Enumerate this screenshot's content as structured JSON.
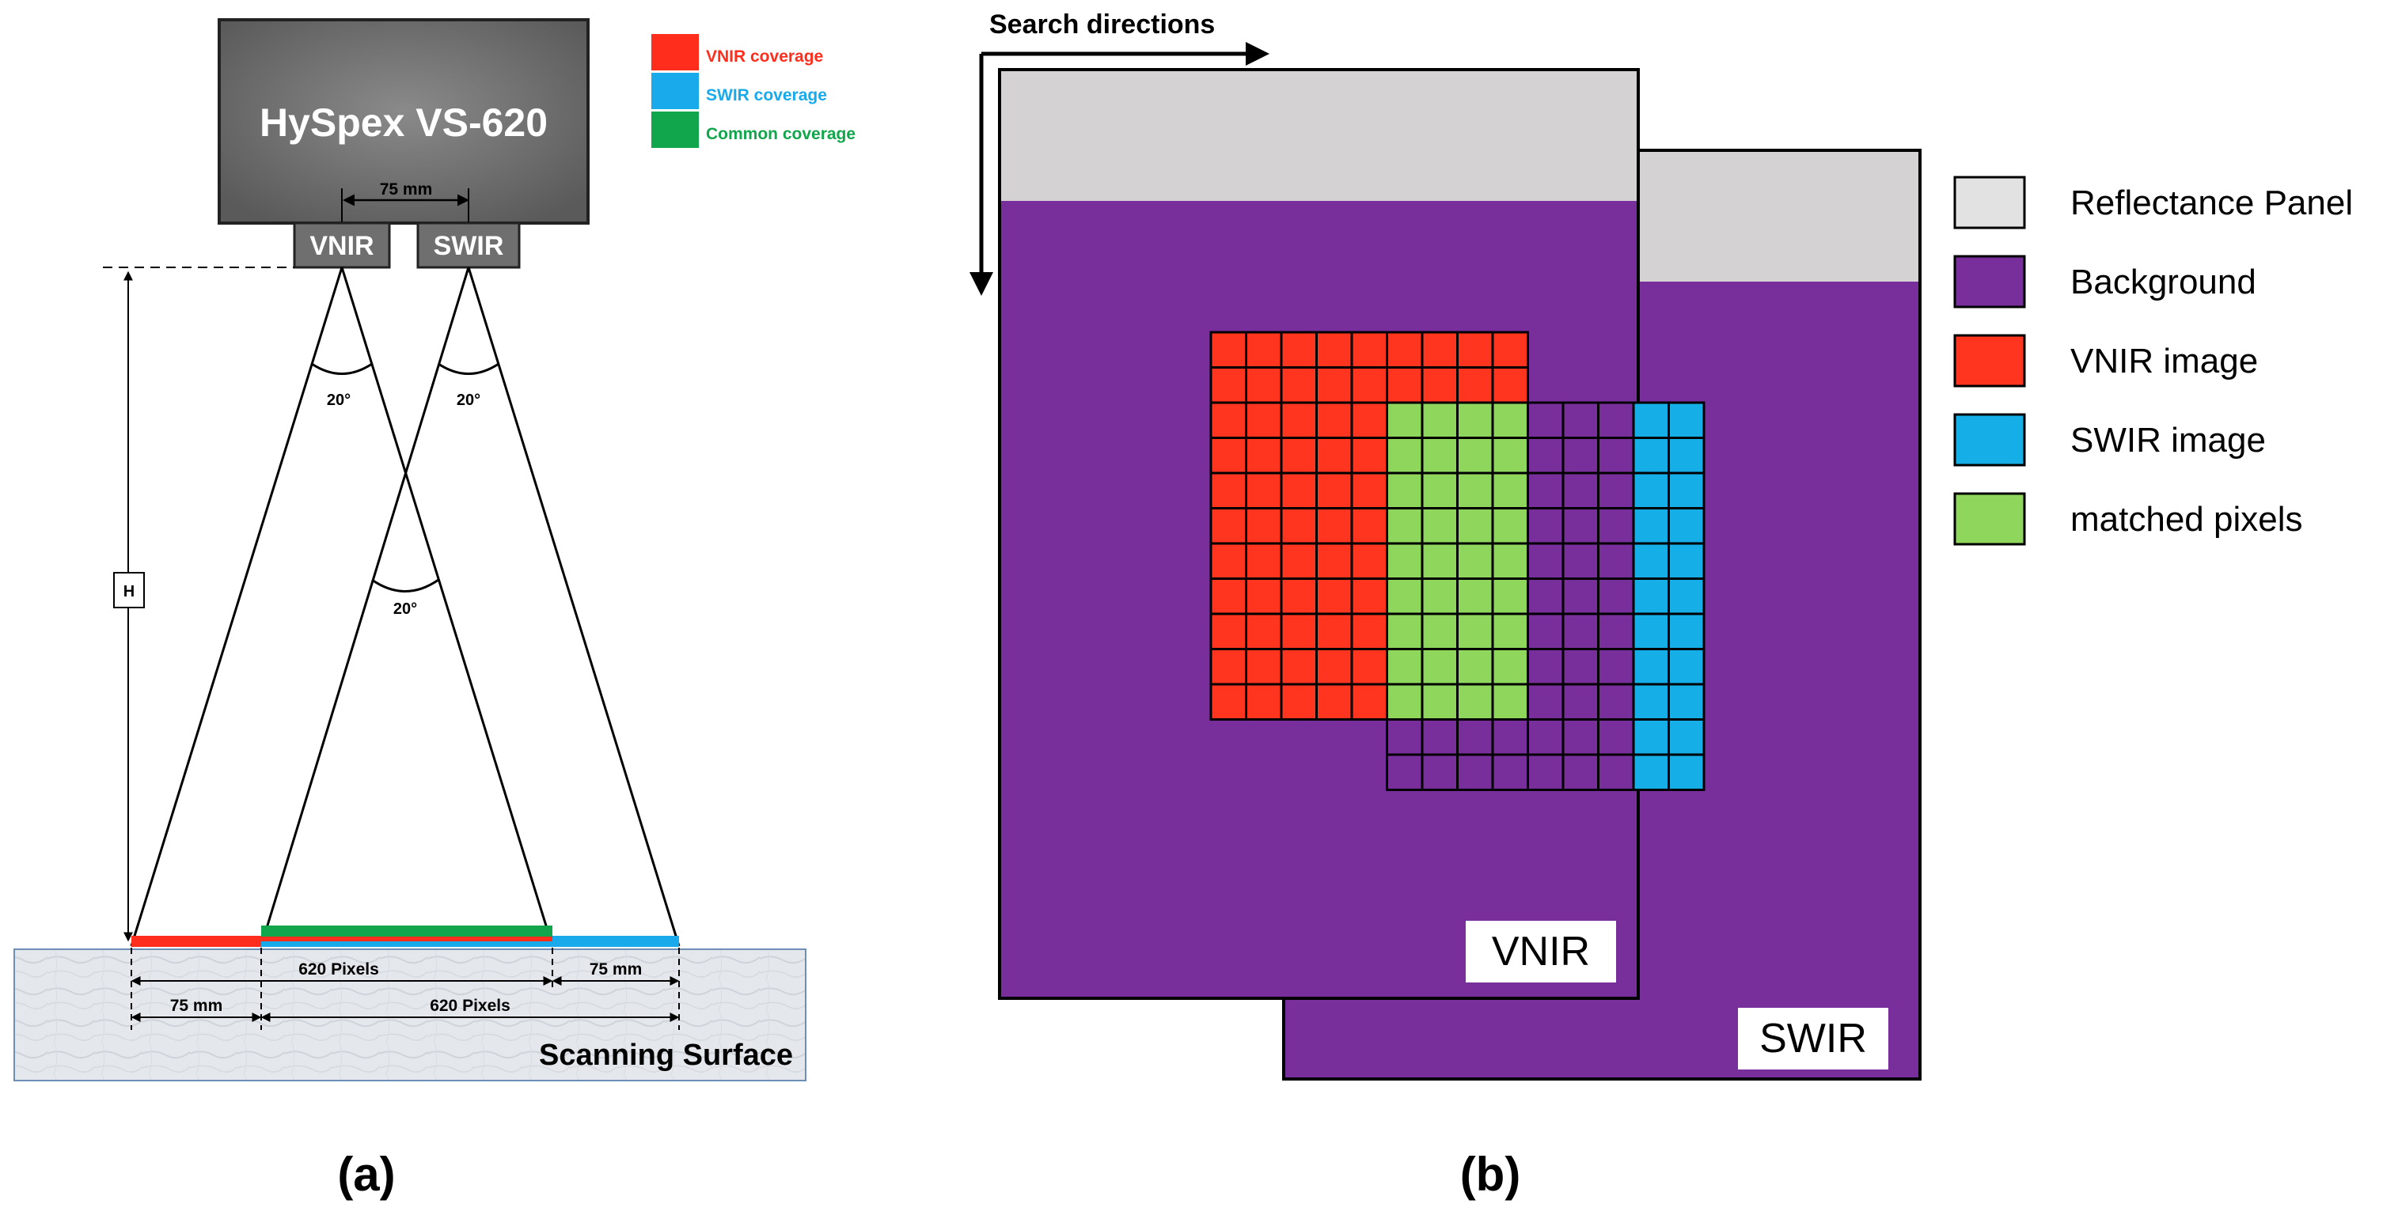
{
  "panel_a": {
    "camera_label": "HySpex VS-620",
    "vnir_label": "VNIR",
    "swir_label": "SWIR",
    "lens_gap_label": "75 mm",
    "height_label": "H",
    "angle_vnir": "20°",
    "angle_swir": "20°",
    "angle_cross": "20°",
    "pixels_top": "620 Pixels",
    "mm_right": "75 mm",
    "mm_left": "75 mm",
    "pixels_bottom": "620 Pixels",
    "surface_label": "Scanning Surface",
    "caption": "(a)",
    "legend": [
      {
        "label": "VNIR coverage",
        "color": "#ff2d1c"
      },
      {
        "label": "SWIR coverage",
        "color": "#18aaeb"
      },
      {
        "label": "Common coverage",
        "color": "#12a64c"
      }
    ]
  },
  "panel_b": {
    "search_label": "Search directions",
    "vnir_frame_label": "VNIR",
    "swir_frame_label": "SWIR",
    "caption": "(b)",
    "grid": {
      "vnir_cols": 9,
      "vnir_rows": 11,
      "overlap_cols": 4,
      "overlap_rows": 9,
      "swir_cols": 9,
      "swir_rows": 11
    },
    "legend": [
      {
        "label": "Reflectance Panel",
        "color": "#e2e2e2"
      },
      {
        "label": "Background",
        "color": "#782f9c"
      },
      {
        "label": "VNIR image",
        "color": "#ff3520"
      },
      {
        "label": "SWIR image",
        "color": "#16aee6"
      },
      {
        "label": "matched pixels",
        "color": "#8ed65c"
      }
    ]
  },
  "colors": {
    "camera_body": "#626262",
    "lens_box": "#6f6f6f",
    "panel_gray": "#d4d2d2",
    "background_purple": "#782f9c",
    "vnir_red": "#ff3520",
    "swir_blue": "#16aee6",
    "matched_green": "#8ed65c",
    "common_green": "#12a64c",
    "surface": "#e6e8ec"
  }
}
